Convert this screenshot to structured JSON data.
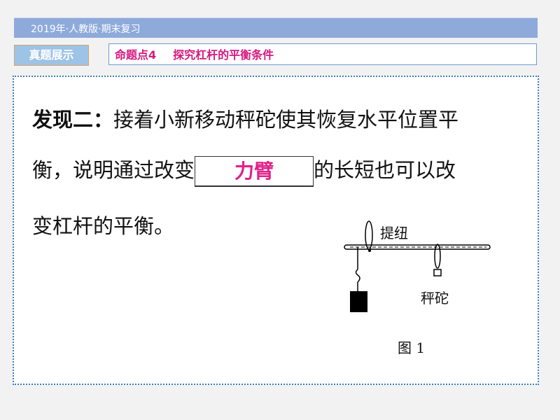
{
  "header": {
    "title": "2019年·人教版·期末复习"
  },
  "section_tag": "真题展示",
  "topic": {
    "number": "命题点4",
    "title": "探究杠杆的平衡条件"
  },
  "content": {
    "lead": "发现二：",
    "line1": "接着小新移动秤砣使其恢复水平位置平",
    "line2_before": "衡，说明通过改变",
    "answer": "力臂",
    "line2_after": "的长短也可以改",
    "line3": "变杠杆的平衡。"
  },
  "figure": {
    "label_rope": "提纽",
    "label_weight": "秤砣",
    "caption": "图 1"
  }
}
